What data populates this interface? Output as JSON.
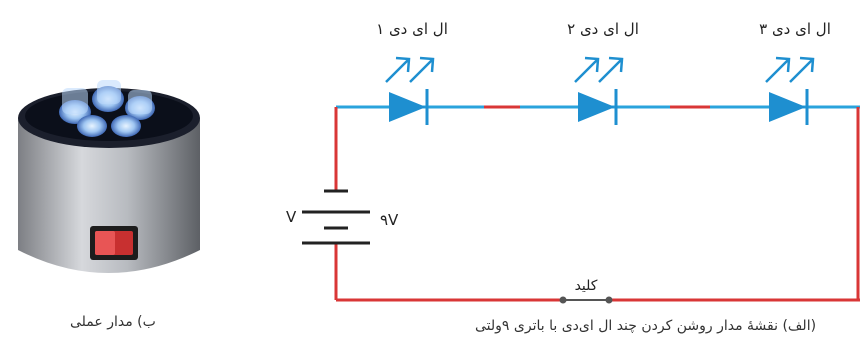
{
  "leds": [
    {
      "label": "ال ای دی ۱"
    },
    {
      "label": "ال ای دی ۲"
    },
    {
      "label": "ال ای دی ۳"
    }
  ],
  "battery": {
    "left_label": "V",
    "right_label": "۹V"
  },
  "switch": {
    "label": "کلید"
  },
  "captions": {
    "circuit_diagram": "(الف) نقشهٔ مدار روشن کردن چند ال ای‌دی با باتری ۹ولتی",
    "practical_circuit": "ب) مدار عملی"
  },
  "colors": {
    "led_wire": "#2aa3dc",
    "led_symbol": "#1e8fd0",
    "red_wire": "#d93636",
    "battery_plate": "#222222"
  }
}
